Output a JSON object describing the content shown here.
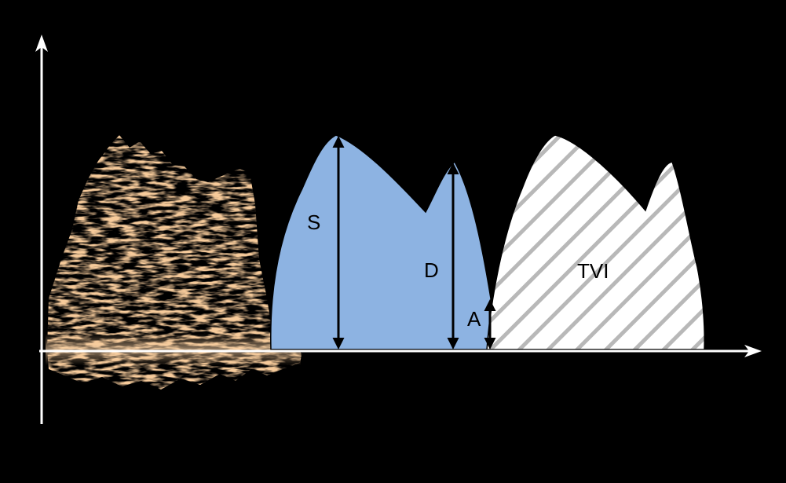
{
  "labels": {
    "systolic": "S",
    "diastolic": "D",
    "atrial": "A",
    "tvi": "TVI"
  },
  "colors": {
    "background": "#000000",
    "axis": "#ffffff",
    "spectral_doppler": "#e8a060",
    "waveform_fill": "#8db3e2",
    "tvi_fill": "#ffffff",
    "tvi_hatch": "#b8b8b8",
    "arrow": "#000000"
  }
}
